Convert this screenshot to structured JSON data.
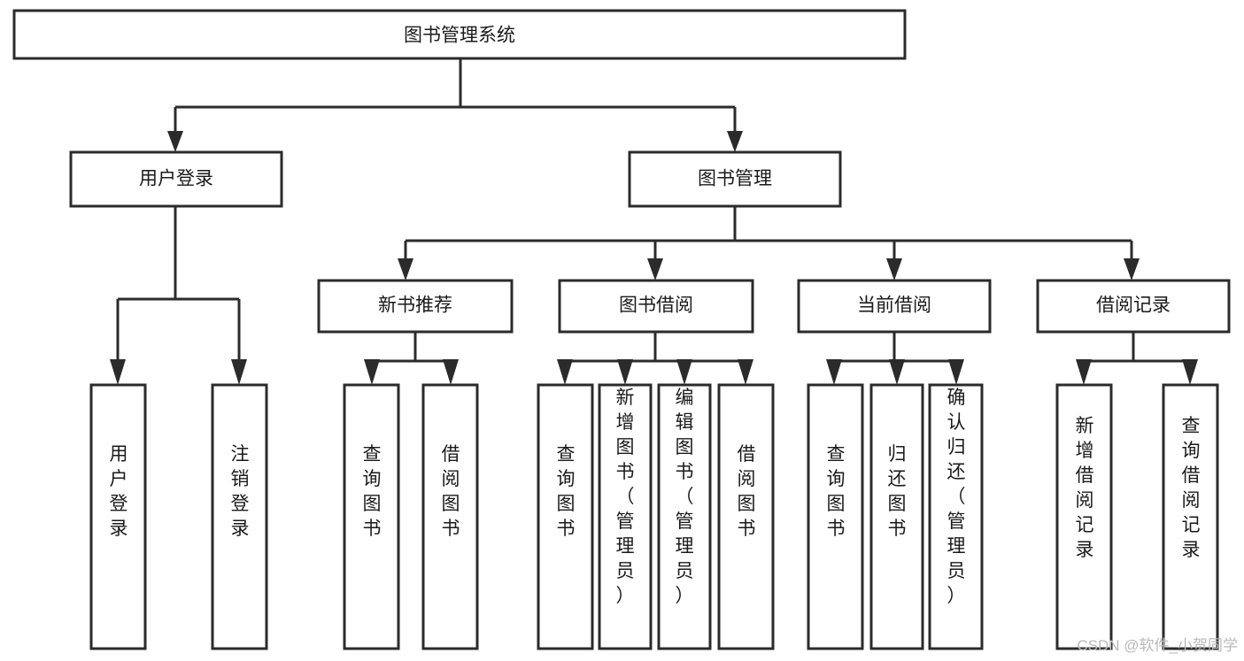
{
  "diagram": {
    "type": "tree-hierarchy-chart",
    "title": "图书管理系统",
    "orientation": "top-down",
    "levels": 4,
    "colors": {
      "box_fill": "#ffffff",
      "box_stroke": "#2b2b2b",
      "connector": "#2b2b2b",
      "text": "#1a1a1a",
      "watermark": "#b9b9b9",
      "background": "#ffffff"
    }
  },
  "root": {
    "label": "图书管理系统"
  },
  "level2": [
    {
      "label": "用户登录"
    },
    {
      "label": "图书管理"
    }
  ],
  "level3": [
    {
      "label": "新书推荐"
    },
    {
      "label": "图书借阅"
    },
    {
      "label": "当前借阅"
    },
    {
      "label": "借阅记录"
    }
  ],
  "leaves": {
    "user_login": [
      {
        "label": "用户登录"
      },
      {
        "label": "注销登录"
      }
    ],
    "new_book_recommend": [
      {
        "label": "查询图书"
      },
      {
        "label": "借阅图书"
      }
    ],
    "book_borrow": [
      {
        "label": "查询图书"
      },
      {
        "label": "新增图书（管理员）"
      },
      {
        "label": "编辑图书（管理员）"
      },
      {
        "label": "借阅图书"
      }
    ],
    "current_borrow": [
      {
        "label": "查询图书"
      },
      {
        "label": "归还图书"
      },
      {
        "label": "确认归还（管理员）"
      }
    ],
    "borrow_record": [
      {
        "label": "新增借阅记录"
      },
      {
        "label": "查询借阅记录"
      }
    ]
  },
  "watermark": {
    "text": "CSDN @软件_小贺同学"
  }
}
